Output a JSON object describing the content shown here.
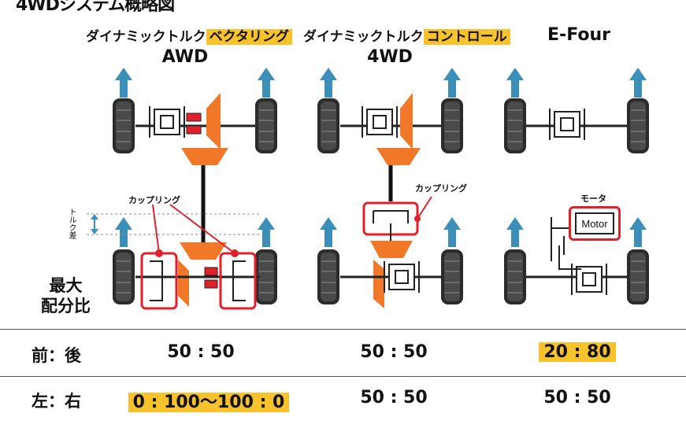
{
  "page_title": "4WDシステム概略図",
  "systems": [
    {
      "name_plain": "ダイナミックトルク",
      "name_highlight": "ベクタリング",
      "sub": "AWD"
    },
    {
      "name_plain": "ダイナミックトルク",
      "name_highlight": "コントロール",
      "sub": "4WD"
    },
    {
      "name_plain": "E-Four",
      "name_highlight": "",
      "sub": ""
    }
  ],
  "labels": {
    "coupling_left": "カップリング",
    "coupling_mid": "カップリング",
    "motor_jp": "モータ",
    "motor_en": "Motor",
    "torque_diff": "トルク差"
  },
  "table": {
    "title_line1": "最大",
    "title_line2": "配分比",
    "rows": [
      {
        "label": "前：後",
        "values": [
          "50 : 50",
          "50 : 50",
          "20 : 80"
        ]
      },
      {
        "label": "左：右",
        "values": [
          "0 : 100〜100 : 0",
          "50 : 50",
          "50 : 50"
        ]
      }
    ]
  },
  "colors": {
    "arrow": "#3b8fb8",
    "gear": "#f07828",
    "highlight": "#f7c22c",
    "coupling": "#e0202a"
  }
}
